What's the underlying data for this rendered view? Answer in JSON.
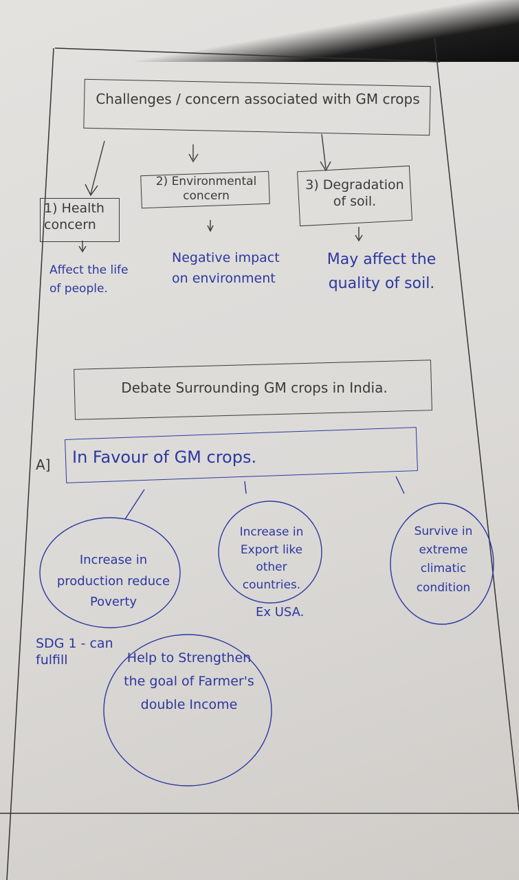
{
  "challenges": {
    "title": "Challenges / concern associated with GM crops",
    "items": [
      {
        "label": "1) Health concern",
        "effect": "Affect the life of people."
      },
      {
        "label": "2) Environmental concern",
        "effect": "Negative impact on environment"
      },
      {
        "label": "3) Degradation of soil.",
        "effect": "May affect the quality of soil."
      }
    ]
  },
  "debate": {
    "title": "Debate Surrounding GM crops in India.",
    "section_marker": "A]",
    "section_title": "In Favour of GM crops.",
    "points": [
      {
        "text": "Increase in production reduce Poverty",
        "note": "SDG 1 - can fulfill"
      },
      {
        "text": "Increase in Export like other countries.",
        "note": "Ex USA."
      },
      {
        "text": "Survive in extreme climatic condition"
      },
      {
        "text": "Help to Strengthen the goal of Farmer's double Income"
      }
    ]
  },
  "colors": {
    "pen": "#2c37a0",
    "pencil": "#3a3a3a"
  }
}
